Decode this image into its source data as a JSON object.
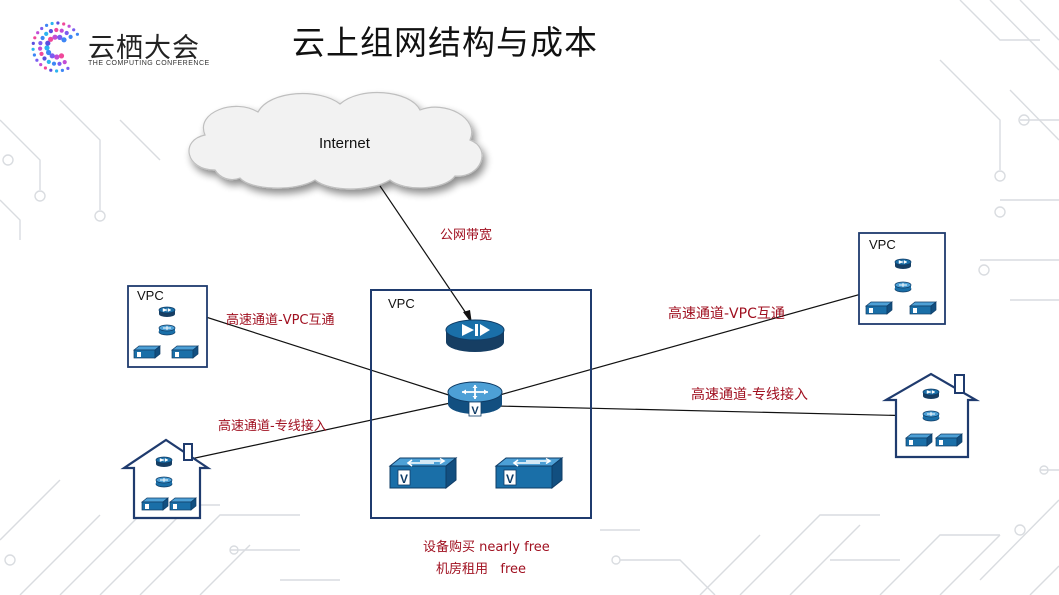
{
  "logo": {
    "name": "云栖大会",
    "subtitle": "THE COMPUTING CONFERENCE"
  },
  "title": "云上组网结构与成本",
  "internet": {
    "label": "Internet"
  },
  "labels": {
    "public_bandwidth": "公网带宽",
    "vpc_left": "VPC",
    "vpc_center": "VPC",
    "vpc_right": "VPC",
    "link_left_vpc": "高速通道-VPC互通",
    "link_left_dc": "高速通道-专线接入",
    "link_right_vpc": "高速通道-VPC互通",
    "link_right_dc": "高速通道-专线接入",
    "cost_equipment": "设备购买 nearly free",
    "cost_room": "机房租用   free"
  },
  "colors": {
    "accent_red": "#a01020",
    "device_blue": "#1a6fa8",
    "device_dark": "#163e63",
    "box_border": "#1f3b6e"
  },
  "icons": [
    "cloud-icon",
    "firewall-icon",
    "router-icon",
    "switch-icon",
    "house-icon",
    "logo-icon"
  ]
}
